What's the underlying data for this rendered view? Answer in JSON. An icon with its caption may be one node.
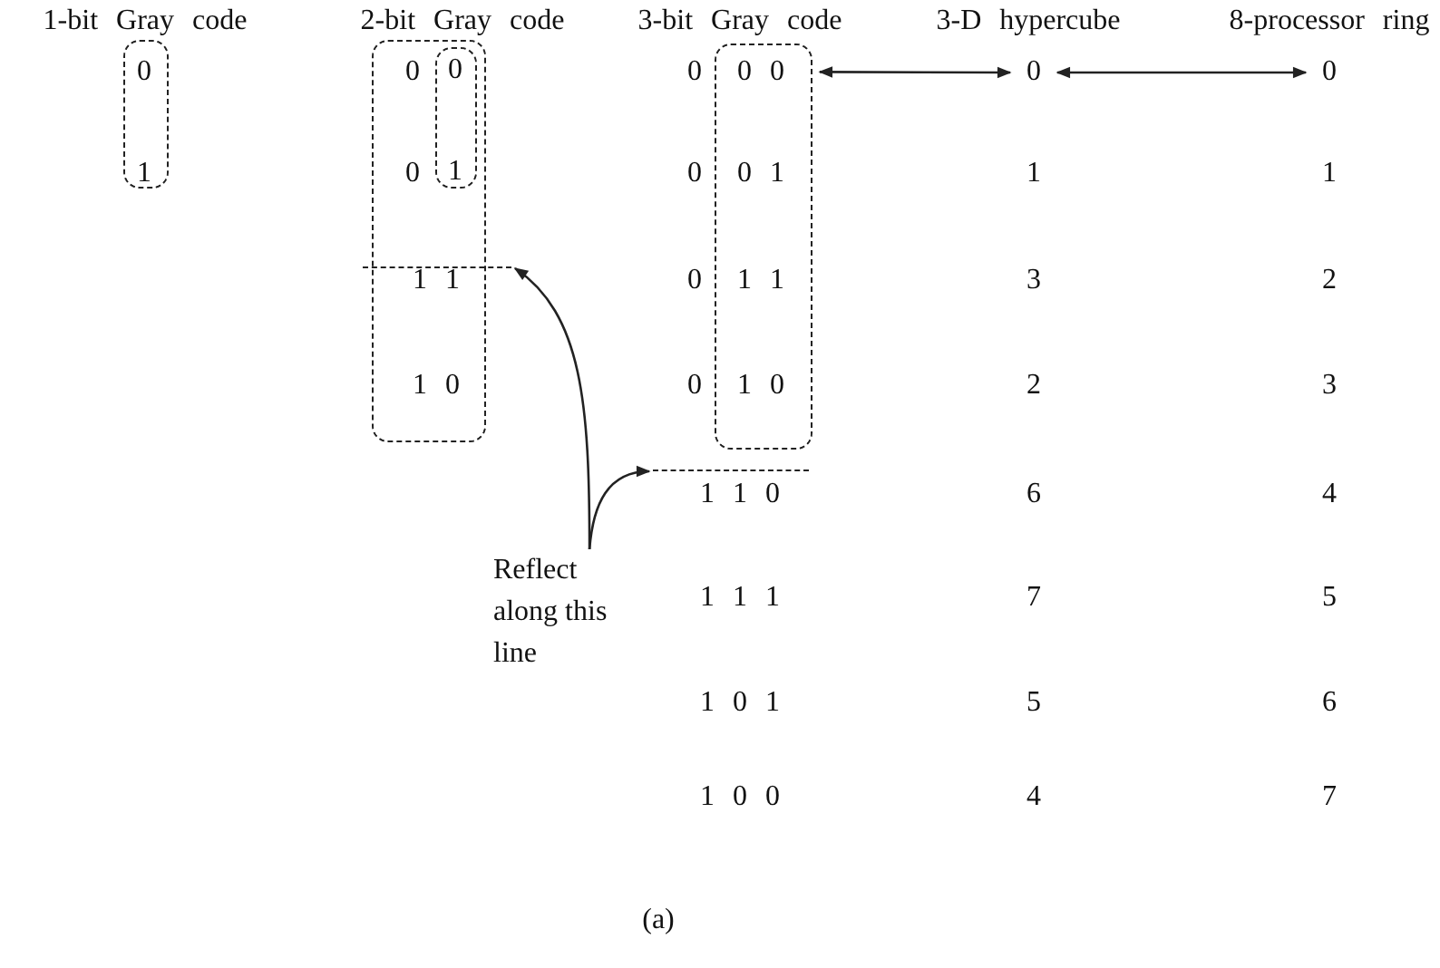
{
  "diagram": {
    "caption": "(a)",
    "nodes": [
      {
        "text": [
          "0",
          "1"
        ]
      },
      {
        "text": [
          "0",
          "0",
          "1 1",
          "1 0"
        ]
      },
      {
        "text": [
          "0",
          "1"
        ],
        "in": 1
      },
      {
        "text": [
          "0 0",
          "0 1",
          "1 1",
          "1 0"
        ]
      },
      {
        "text": [
          "0"
        ]
      },
      {
        "text": [
          "0"
        ]
      },
      {
        "text": [],
        "shape": "line"
      },
      {
        "text": [],
        "shape": "line"
      },
      {
        "text": [
          "Reflect along this line"
        ]
      }
    ],
    "edges": [
      {
        "from": 3,
        "to": 4,
        "arrow": "both"
      },
      {
        "from": 4,
        "to": 5,
        "arrow": "both"
      },
      {
        "from": 8,
        "to": 6,
        "arrow": "to"
      },
      {
        "from": 8,
        "to": 7,
        "arrow": "to"
      }
    ],
    "labels": [
      "1-bit Gray code",
      "2-bit Gray code",
      "3-bit Gray code",
      "3-D hypercube",
      "8-processor ring",
      "0",
      "0",
      "1",
      "1",
      "0",
      "3",
      "2",
      "0",
      "2",
      "3",
      "1 1 0",
      "6",
      "4",
      "1 1 1",
      "7",
      "5",
      "1 0 1",
      "5",
      "6",
      "1 0 0",
      "4",
      "7"
    ]
  }
}
